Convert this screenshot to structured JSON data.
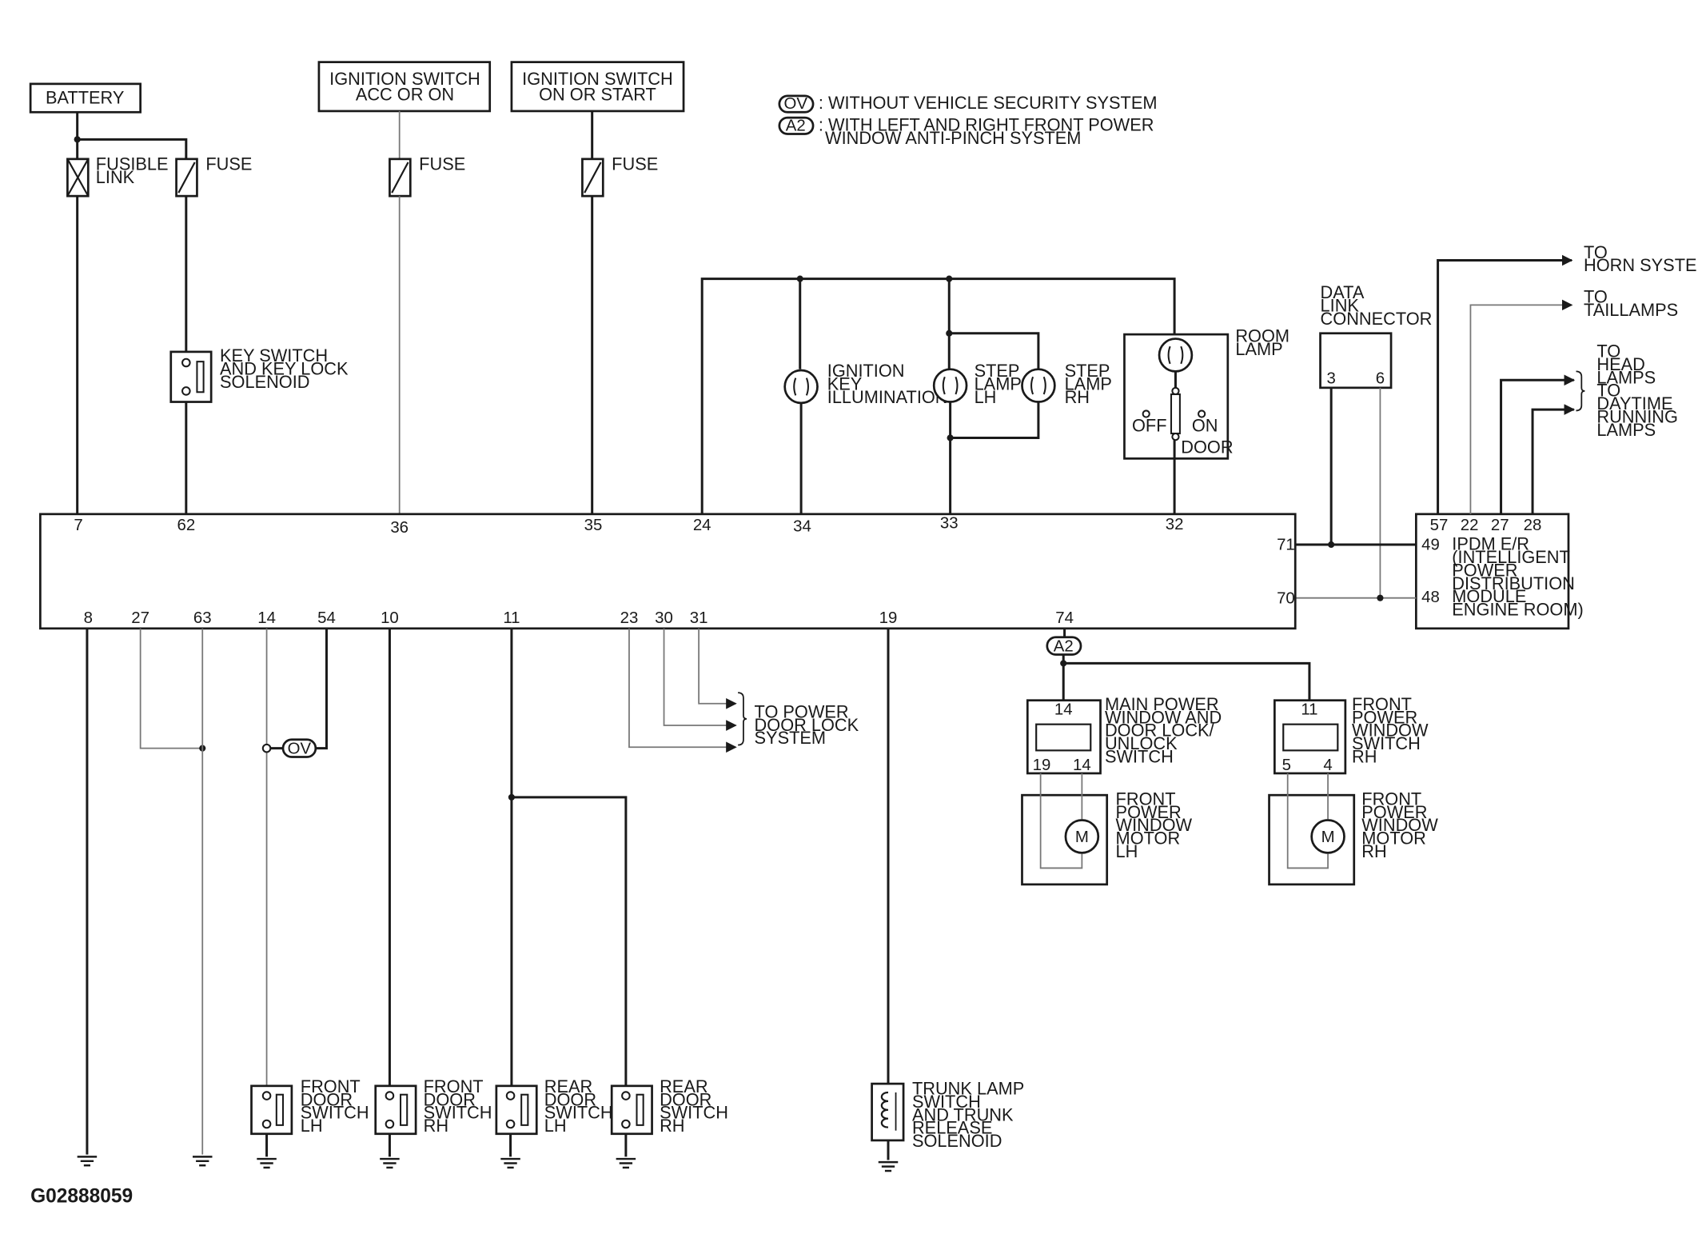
{
  "sources": {
    "battery": "BATTERY",
    "ign_acc": [
      "IGNITION SWITCH",
      "ACC OR ON"
    ],
    "ign_start": [
      "IGNITION SWITCH",
      "ON OR START"
    ],
    "fusible_link": [
      "FUSIBLE",
      "LINK"
    ],
    "fuse": "FUSE"
  },
  "legend": {
    "ov_code": "OV",
    "ov_text": ": WITHOUT VEHICLE SECURITY SYSTEM",
    "a2_code": "A2",
    "a2_text": [
      ": WITH LEFT AND RIGHT FRONT POWER",
      "WINDOW ANTI-PINCH SYSTEM"
    ]
  },
  "components": {
    "key_switch": [
      "KEY SWITCH",
      "AND KEY LOCK",
      "SOLENOID"
    ],
    "ignition_key_illum": [
      "IGNITION",
      "KEY",
      "ILLUMINATION"
    ],
    "step_lamp_lh": [
      "STEP",
      "LAMP",
      "LH"
    ],
    "step_lamp_rh": [
      "STEP",
      "LAMP",
      "RH"
    ],
    "room_lamp": [
      "ROOM",
      "LAMP"
    ],
    "room_off": "OFF",
    "room_on": "ON",
    "room_door": "DOOR",
    "dlc": [
      "DATA",
      "LINK",
      "CONNECTOR"
    ],
    "dlc_pins": [
      "3",
      "6"
    ],
    "ipdm": [
      "IPDM E/R",
      "(INTELLIGENT",
      "POWER",
      "DISTRIBUTION",
      "MODULE",
      "ENGINE ROOM)"
    ],
    "ipdm_pins": [
      "57",
      "22",
      "27",
      "28",
      "49",
      "48"
    ],
    "to_horn": [
      "TO",
      "HORN SYSTEM"
    ],
    "to_taillamps": [
      "TO",
      "TAILLAMPS"
    ],
    "to_head": [
      "TO",
      "HEAD",
      "LAMPS",
      "TO",
      "DAYTIME",
      "RUNNING",
      "LAMPS"
    ],
    "to_power_door_lock": [
      "TO POWER",
      "DOOR LOCK",
      "SYSTEM"
    ],
    "main_pw_switch": [
      "MAIN POWER",
      "WINDOW AND",
      "DOOR LOCK/",
      "UNLOCK",
      "SWITCH"
    ],
    "main_pw_pins": [
      "14",
      "19",
      "14"
    ],
    "front_pw_switch_rh": [
      "FRONT",
      "POWER",
      "WINDOW",
      "SWITCH",
      "RH"
    ],
    "front_pw_rh_pins": [
      "11",
      "5",
      "4"
    ],
    "motor_lh": [
      "FRONT",
      "POWER",
      "WINDOW",
      "MOTOR",
      "LH"
    ],
    "motor_rh": [
      "FRONT",
      "POWER",
      "WINDOW",
      "MOTOR",
      "RH"
    ],
    "motor_symbol": "M",
    "front_door_lh": [
      "FRONT",
      "DOOR",
      "SWITCH",
      "LH"
    ],
    "front_door_rh": [
      "FRONT",
      "DOOR",
      "SWITCH",
      "RH"
    ],
    "rear_door_lh": [
      "REAR",
      "DOOR",
      "SWITCH",
      "LH"
    ],
    "rear_door_rh": [
      "REAR",
      "DOOR",
      "SWITCH",
      "RH"
    ],
    "trunk": [
      "TRUNK LAMP",
      "SWITCH",
      "AND TRUNK",
      "RELEASE",
      "SOLENOID"
    ]
  },
  "bcm_pins": {
    "top": [
      "7",
      "62",
      "36",
      "35",
      "24",
      "34",
      "33",
      "32"
    ],
    "right": [
      "71",
      "70"
    ],
    "bottom": [
      "8",
      "27",
      "63",
      "14",
      "54",
      "10",
      "11",
      "23",
      "30",
      "31",
      "19",
      "74"
    ]
  },
  "figure_id": "G02888059",
  "icons": [
    "fusible-link-icon",
    "fuse-icon",
    "bulb-icon",
    "motor-icon",
    "ground-icon",
    "arrow-icon",
    "switch-icon",
    "solenoid-icon"
  ]
}
